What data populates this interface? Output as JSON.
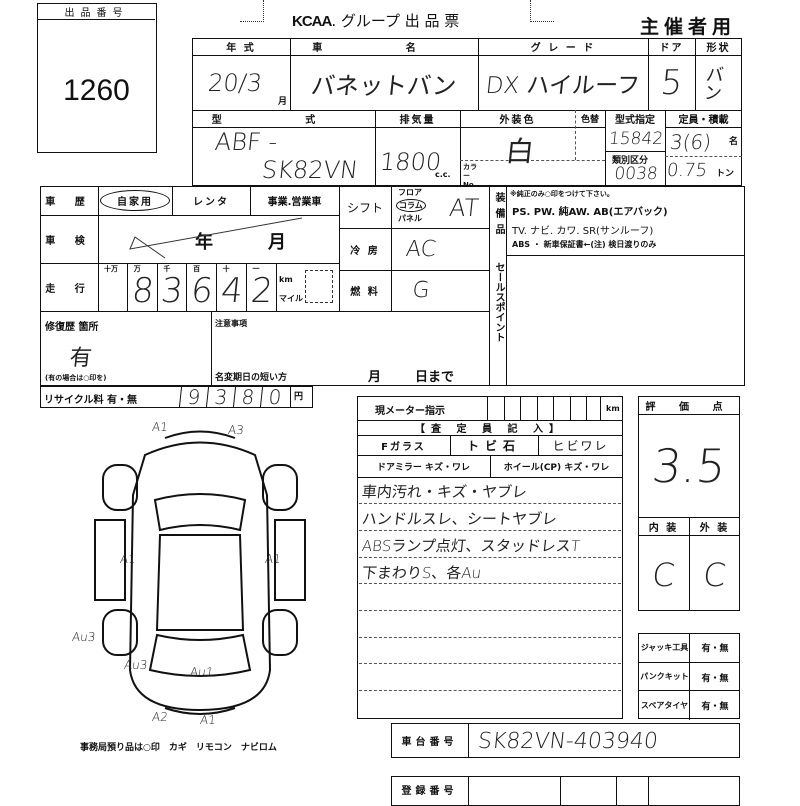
{
  "lot": {
    "label": "出品番号",
    "number": "1260"
  },
  "header": {
    "logo": "KCAA",
    "title": ". グループ 出 品 票",
    "organizer": "主催者用"
  },
  "vehicle": {
    "year_label": "年 式",
    "year": "20/3",
    "month_unit": "月",
    "name_label": "車 名",
    "name": "バネットバン",
    "grade_label": "グ レ ー ド",
    "grade": "DX ハイルーフ",
    "door_label": "ドア",
    "door": "5",
    "body_label": "形状",
    "body": "バン",
    "model_label": "型 式",
    "model_1": "ABF -",
    "model_2": "SK82VN",
    "displacement_label": "排気量",
    "displacement": "1800",
    "cc": "c.c.",
    "color_label": "外装色",
    "color": "白",
    "color_change_label": "色替",
    "color_no_label": "カラーNo",
    "type_spec_label": "型式指定",
    "type_spec": "15842",
    "class_label": "類別区分",
    "class": "0038",
    "capacity_label": "定員・積載",
    "capacity": "3(6)",
    "capacity_unit": "名",
    "load": "0.75",
    "load_unit": "トン"
  },
  "history": {
    "label": "車 歴",
    "options": [
      "自家用",
      "レンタ",
      "事業.営業車"
    ],
    "selected": "自家用"
  },
  "inspection": {
    "label": "車 検",
    "year_unit": "年",
    "month_unit": "月"
  },
  "mileage": {
    "label": "走 行",
    "units": [
      "十万",
      "万",
      "千",
      "百",
      "十",
      "一"
    ],
    "digits": [
      "",
      "8",
      "3",
      "6",
      "4",
      "2"
    ],
    "km": "km",
    "mile": "マイル"
  },
  "shift": {
    "label": "シフト",
    "options": [
      "フロア",
      "コラム",
      "パネル"
    ],
    "value": "AT"
  },
  "ac": {
    "label": "冷 房",
    "value": "AC"
  },
  "fuel": {
    "label": "燃 料",
    "value": "G"
  },
  "equipment": {
    "label": "装備品",
    "note": "※純正のみ○印をつけて下さい。",
    "line1": "PS. PW. 純AW. AB(エアバック)",
    "line2": "TV. ナビ. カワ. SR(サンルーフ)",
    "line3": "ABS ・ 新車保証書←(注) 検日渡りのみ"
  },
  "sales_point": {
    "label": "セールスポイント"
  },
  "repair": {
    "label": "修復歴 箇所",
    "value": "有",
    "note": "(有の場合は○印を)"
  },
  "notes": {
    "label": "注意事項",
    "due_label": "名変期日の短い方",
    "month": "月",
    "day": "日まで"
  },
  "recycle": {
    "label": "リサイクル料 有・無",
    "digits": [
      "9",
      "3",
      "8",
      "0"
    ],
    "unit": "円"
  },
  "meter": {
    "label": "現メーター指示",
    "unit": "km"
  },
  "inspector": {
    "label": "【査 定 員 記 入】",
    "fglass": "Fガラス",
    "tobi": "トビ石",
    "hibi": "ヒビワレ",
    "mirror": "ドアミラー キズ・ワレ",
    "wheel": "ホイール(CP) キズ・ワレ"
  },
  "remarks": [
    "車内汚れ・キズ・ヤブレ",
    "ハンドルスレ、シートヤブレ",
    "ABSランプ点灯、スタッドレスT",
    "下まわりS、各Au"
  ],
  "score": {
    "label": "評 価 点",
    "value": "3.5",
    "interior_label": "内 装",
    "exterior_label": "外 装",
    "interior": "C",
    "exterior": "C"
  },
  "tools": [
    {
      "label": "ジャッキ工具",
      "value": "有・無"
    },
    {
      "label": "パンクキット",
      "value": "有・無"
    },
    {
      "label": "スペアタイヤ",
      "value": "有・無"
    }
  ],
  "chassis": {
    "label": "車台番号",
    "value": "SK82VN-403940"
  },
  "registration": {
    "label": "登録番号"
  },
  "diagram": {
    "caption": "事務局預り品は○印　カギ　リモコン　ナビロム",
    "marks": [
      "A1",
      "A3",
      "A1",
      "A1",
      "Au3",
      "Au3",
      "Au1",
      "A2",
      "A1"
    ]
  }
}
